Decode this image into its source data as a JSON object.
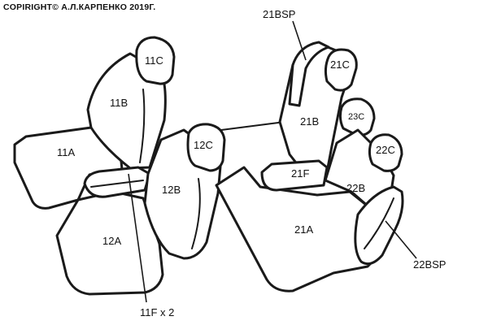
{
  "copyright": "COPIRIGHT© А.Л.КАРПЕНКО 2019Г.",
  "labels": {
    "seat_11c": "11C",
    "seat_11b": "11B",
    "seat_11a": "11A",
    "seat_12a": "12A",
    "seat_12b": "12B",
    "seat_12c": "12C",
    "seat_11f": "11F x 2",
    "seat_21bsp": "21BSP",
    "seat_21c": "21C",
    "seat_21b": "21B",
    "seat_23c": "23C",
    "seat_22c": "22C",
    "seat_21f": "21F",
    "seat_22b": "22B",
    "seat_21a": "21A",
    "seat_22bsp": "22BSP"
  }
}
